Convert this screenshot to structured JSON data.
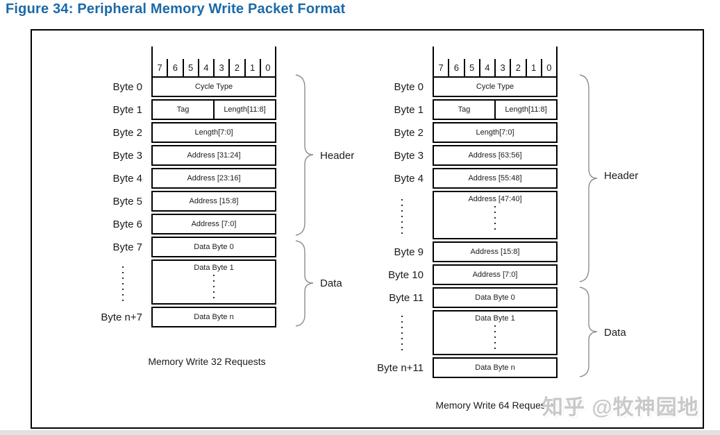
{
  "title": "Figure 34: Peripheral Memory Write Packet Format",
  "watermark": "知乎 @牧神园地",
  "colors": {
    "title_blue": "#1b69a7",
    "line_black": "#000000",
    "text_dark": "#1a1a1a",
    "brace_gray": "#8c8c8c",
    "watermark_gray": "#c9c9c9"
  },
  "diagrams": [
    {
      "caption": "Memory Write 32 Requests",
      "bits": [
        "7",
        "6",
        "5",
        "4",
        "3",
        "2",
        "1",
        "0"
      ],
      "header_label": "Header",
      "data_label": "Data",
      "rows": [
        {
          "label": "Byte 0",
          "cells": [
            {
              "text": "Cycle Type"
            }
          ]
        },
        {
          "label": "Byte 1",
          "cells": [
            {
              "text": "Tag"
            },
            {
              "text": "Length[11:8]"
            }
          ]
        },
        {
          "label": "Byte 2",
          "cells": [
            {
              "text": "Length[7:0]"
            }
          ]
        },
        {
          "label": "Byte 3",
          "cells": [
            {
              "text": "Address [31:24]"
            }
          ]
        },
        {
          "label": "Byte 4",
          "cells": [
            {
              "text": "Address [23:16]"
            }
          ]
        },
        {
          "label": "Byte 5",
          "cells": [
            {
              "text": "Address [15:8]"
            }
          ]
        },
        {
          "label": "Byte 6",
          "cells": [
            {
              "text": "Address [7:0]"
            }
          ]
        },
        {
          "label": "Byte 7",
          "cells": [
            {
              "text": "Data Byte 0"
            }
          ]
        },
        {
          "label": "",
          "cells": [
            {
              "text": "Data Byte 1"
            }
          ]
        },
        {
          "label": "Byte n+7",
          "cells": [
            {
              "text": "Data Byte n"
            }
          ]
        }
      ]
    },
    {
      "caption": "Memory Write 64 Requests",
      "bits": [
        "7",
        "6",
        "5",
        "4",
        "3",
        "2",
        "1",
        "0"
      ],
      "header_label": "Header",
      "data_label": "Data",
      "rows": [
        {
          "label": "Byte 0",
          "cells": [
            {
              "text": "Cycle Type"
            }
          ]
        },
        {
          "label": "Byte 1",
          "cells": [
            {
              "text": "Tag"
            },
            {
              "text": "Length[11:8]"
            }
          ]
        },
        {
          "label": "Byte 2",
          "cells": [
            {
              "text": "Length[7:0]"
            }
          ]
        },
        {
          "label": "Byte 3",
          "cells": [
            {
              "text": "Address [63:56]"
            }
          ]
        },
        {
          "label": "Byte 4",
          "cells": [
            {
              "text": "Address [55:48]"
            }
          ]
        },
        {
          "label": "",
          "cells": [
            {
              "text": "Address [47:40]"
            }
          ]
        },
        {
          "label": "Byte 9",
          "cells": [
            {
              "text": "Address [15:8]"
            }
          ]
        },
        {
          "label": "Byte 10",
          "cells": [
            {
              "text": "Address [7:0]"
            }
          ]
        },
        {
          "label": "Byte 11",
          "cells": [
            {
              "text": "Data Byte 0"
            }
          ]
        },
        {
          "label": "",
          "cells": [
            {
              "text": "Data Byte 1"
            }
          ]
        },
        {
          "label": "Byte n+11",
          "cells": [
            {
              "text": "Data Byte n"
            }
          ]
        }
      ]
    }
  ]
}
